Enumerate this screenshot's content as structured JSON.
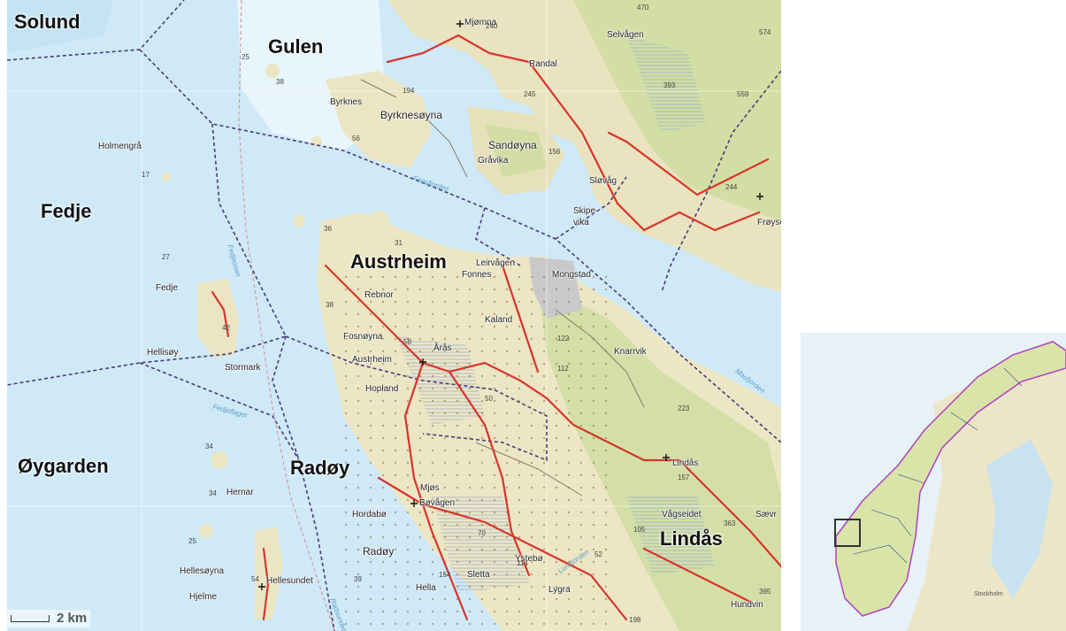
{
  "regions": {
    "solund": "Solund",
    "gulen": "Gulen",
    "fedje": "Fedje",
    "austrheim": "Austrheim",
    "oygarden": "Øygarden",
    "radoy": "Radøy",
    "lindas": "Lindås"
  },
  "places": {
    "mjomna": "Mjømna",
    "selvagen": "Selvågen",
    "randal": "Randal",
    "byrknes": "Byrknes",
    "byrknesoyna": "Byrknesøyna",
    "sandoyna": "Sandøyna",
    "gravika": "Gråvika",
    "slovag": "Sløvåg",
    "skipevika": "Skipe-\nvika",
    "froyset": "Frøyset",
    "holmengra": "Holmengrå",
    "fedje_town": "Fedje",
    "leirvagen": "Leirvågen",
    "fonnes": "Fonnes",
    "mongstad": "Mongstad",
    "rebnor": "Rebnor",
    "kaland": "Kaland",
    "fosnoyna": "Fosnøyna",
    "aras": "Årås",
    "knarrvik": "Knarrvik",
    "hellisoy": "Hellisøy",
    "stormark": "Stormark",
    "austrheim_town": "Austrheim",
    "hopland": "Hopland",
    "lindas_town": "Lindås",
    "hernar": "Hernar",
    "mjos": "Mjøs",
    "bovagen": "Bøvågen",
    "hordabo": "Hordabø",
    "vagseidet": "Vågseidet",
    "saevr": "Sævr",
    "radoy_town": "Radøy",
    "ystebo": "Ystebø",
    "sletta": "Sletta",
    "lygra": "Lygra",
    "hellesoyna": "Hellesøyna",
    "hellesundet": "Hellesundet",
    "hella": "Hella",
    "hjelme": "Hjelme",
    "hundvin": "Hundvin"
  },
  "elevations": [
    "25",
    "38",
    "194",
    "245",
    "56",
    "156",
    "393",
    "574",
    "559",
    "244",
    "17",
    "36",
    "31",
    "27",
    "38",
    "42",
    "58",
    "50",
    "122",
    "112",
    "223",
    "34",
    "34",
    "25",
    "70",
    "114",
    "105",
    "52",
    "157",
    "363",
    "39",
    "154",
    "54",
    "395",
    "198",
    "470",
    "240"
  ],
  "water_labels": {
    "fensfjorden": "Fensfjorden",
    "fedjeosen": "Fedjeosen",
    "fedjeflaget": "Fedjeflaget",
    "lurefjorden": "Lurefjorden",
    "radsundet": "Radsundet",
    "masfjorden": "Masfjorden"
  },
  "scale": {
    "label": "2 km"
  },
  "inset": {
    "city": "Stockholm"
  },
  "colors": {
    "sea": "#cfe9f7",
    "sea_shallow": "#e3f2fb",
    "land": "#efe8c8",
    "forest": "#c9dc9a",
    "road": "#d8342c",
    "road_minor": "#8a7a6a",
    "boundary": "#4a3a78",
    "inset_border": "#b040c0"
  }
}
